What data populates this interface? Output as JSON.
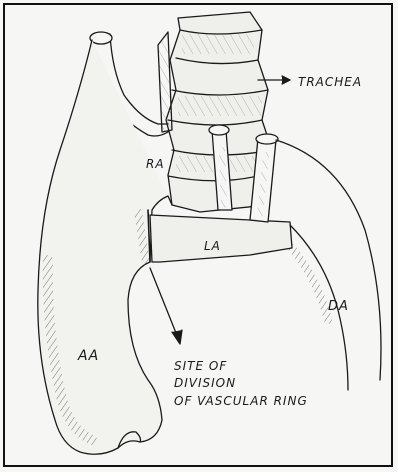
{
  "diagram": {
    "labels": {
      "trachea": "TRACHEA",
      "ra": "RA",
      "la": "LA",
      "aa": "AA",
      "da": "DA",
      "site_line1": "SITE OF",
      "site_line2": "DIVISION",
      "site_line3": "OF VASCULAR RING"
    },
    "colors": {
      "ink": "#1a1a1a",
      "paper": "#f6f6f4",
      "frame": "#111111"
    }
  }
}
